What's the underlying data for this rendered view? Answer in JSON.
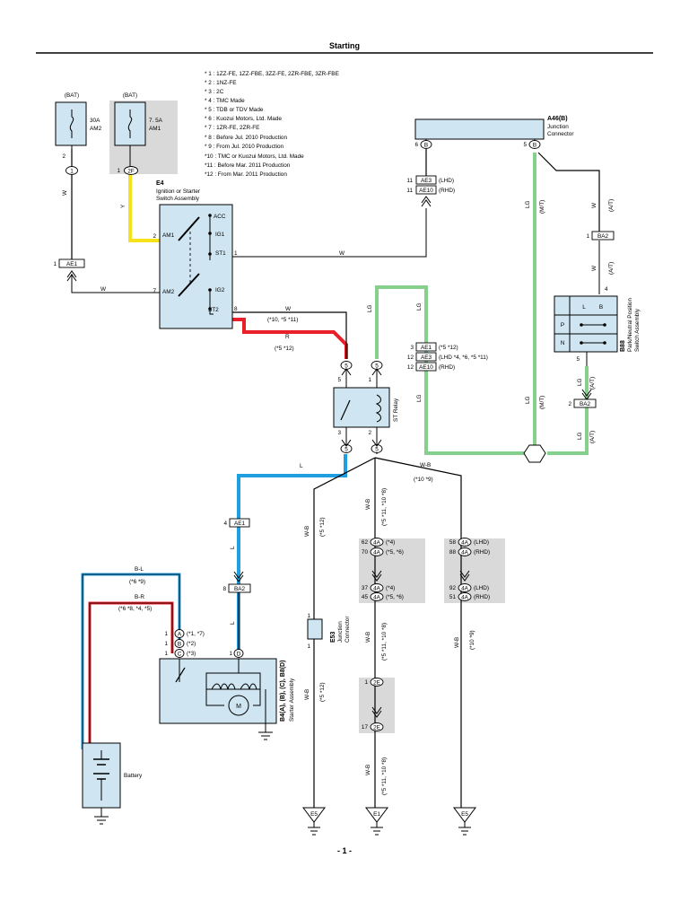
{
  "page": {
    "title": "Starting",
    "page_number": "- 1 -"
  },
  "notes": [
    "* 1 : 1ZZ-FE,  1ZZ-FBE,  3ZZ-FE,  2ZR-FBE,  3ZR-FBE",
    "* 2 : 1NZ-FE",
    "* 3 : 2C",
    "* 4 : TMC Made",
    "* 5 : TDB or TDV Made",
    "* 6 : Kuozui Motors,  Ltd.  Made",
    "* 7 : 1ZR-FE,  2ZR-FE",
    "* 8 : Before Jul.  2010 Production",
    "* 9 : From Jul.  2010 Production",
    "*10 : TMC or Kuozui Motors,  Ltd.  Made",
    "*11 : Before Mar.  2011 Production",
    "*12 : From Mar.  2011 Production"
  ],
  "fuses": {
    "left": {
      "source": "(BAT)",
      "rating": "30A",
      "name": "AM2"
    },
    "right": {
      "source": "(BAT)",
      "rating": "7. 5A",
      "name": "AM1"
    }
  },
  "ignition": {
    "id": "E4",
    "name_line1": "Ignition or Starter",
    "name_line2": "Switch Assembly",
    "terminals": {
      "acc": "ACC",
      "am1": "AM1",
      "ig1": "IG1",
      "st1": "ST1",
      "am2": "AM2",
      "ig2": "IG2",
      "st2": "ST2"
    }
  },
  "junction_top": {
    "id": "A46(B)",
    "name_line1": "Junction",
    "name_line2": "Connector"
  },
  "pnp": {
    "id": "B88",
    "name_line1": "Park/Neutral Position",
    "name_line2": "Switch Assembly",
    "positions": {
      "l": "L",
      "b": "B",
      "p": "P",
      "n": "N"
    }
  },
  "st_relay": {
    "name": "ST Relay"
  },
  "starter": {
    "id": "B4(A), (B), (C), B8(D)",
    "name": "Starter Assembly",
    "motor_label": "M",
    "terminals": {
      "a": "A",
      "b": "B",
      "c": "C",
      "d": "D"
    }
  },
  "battery": {
    "name": "Battery"
  },
  "junction_e53": {
    "id": "E53",
    "name_line1": "Junction",
    "name_line2": "Connector"
  },
  "connectors": {
    "ae1": "AE1",
    "ae3": "AE3",
    "ae10": "AE10",
    "ba2": "BA2",
    "2f": "2F",
    "b": "B",
    "5": "5",
    "4a": "4A",
    "2e": "2E",
    "e5": "E5",
    "e1": "E1"
  },
  "pin_numbers": {
    "n1": "1",
    "n2": "2",
    "n3": "3",
    "n4": "4",
    "n5": "5",
    "n6": "6",
    "n7": "7",
    "n8": "8",
    "n11": "11",
    "n12": "12",
    "n17": "17",
    "n37": "37",
    "n45": "45",
    "n51": "51",
    "n58": "58",
    "n62": "62",
    "n70": "70",
    "n88": "88",
    "n92": "92"
  },
  "wire_colors": {
    "w": "W",
    "y": "Y",
    "r": "R",
    "l": "L",
    "lg": "LG",
    "wb": "W-B",
    "bl": "B-L",
    "br": "B-R"
  },
  "conditions": {
    "lhd": "(LHD)",
    "rhd": "(RHD)",
    "lhd_set": "(LHD *4, *6, *5 *11)",
    "c_5_12": "(*5 *12)",
    "c_10_5_11": "(*10, *5 *11)",
    "c_5_11_10_8": "(*5 *11, *10 *8)",
    "c_10_9": "(*10 *9)",
    "c_4": "(*4)",
    "c_5_6": "(*5, *6)",
    "c_1_7": "(*1, *7)",
    "c_2": "(*2)",
    "c_3": "(*3)",
    "c_6_9": "(*6 *9)",
    "c_6_8_4_5": "(*6 *8, *4, *5)",
    "mt": "(M/T)",
    "at": "(A/T)"
  },
  "colors": {
    "yellow": "#f5e21a",
    "red": "#e8202a",
    "blue": "#1f9ee0",
    "green": "#86d08e",
    "component": "#cfe6f2",
    "note_grey": "#d9d9d9",
    "black_wire": "#000000"
  },
  "icons": [
    "fuse-icon",
    "switch-contact-icon",
    "ground-icon",
    "motor-icon",
    "coil-icon",
    "battery-icon",
    "connector-arrow-icon"
  ]
}
